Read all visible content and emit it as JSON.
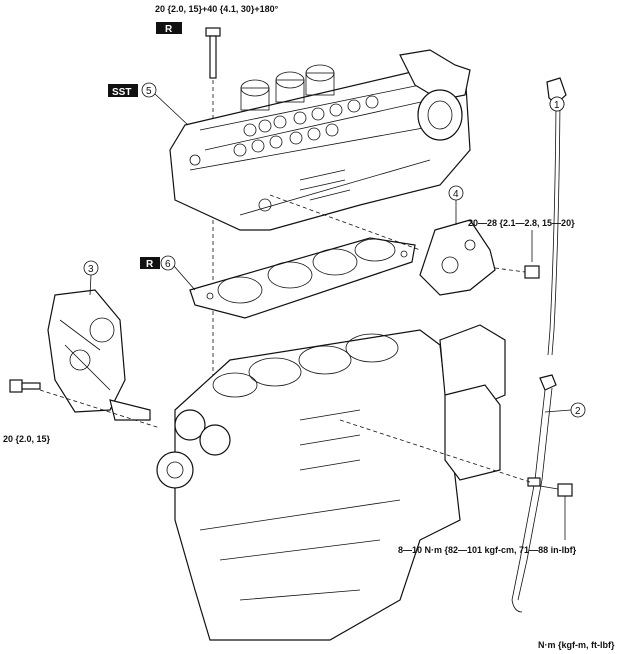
{
  "callouts": {
    "c1": "1",
    "c2": "2",
    "c3": "3",
    "c4": "4",
    "c5": "5",
    "c6": "6"
  },
  "tags": {
    "r_top": "R",
    "sst": "SST",
    "r_gasket": "R"
  },
  "torque": {
    "head_bolt": "20 {2.0, 15}+40 {4.1, 30}+180°",
    "bracket": "20—28 {2.1—2.8, 15—20}",
    "cover": "20 {2.0, 15}",
    "dipstick_bolt": "8—10 N·m {82—101 kgf-cm, 71—88 in-lbf}"
  },
  "units_legend": "N·m {kgf-m, ft-lbf}",
  "colors": {
    "line": "#111111",
    "tag_bg": "#111111",
    "tag_fg": "#ffffff",
    "bg": "#ffffff"
  }
}
